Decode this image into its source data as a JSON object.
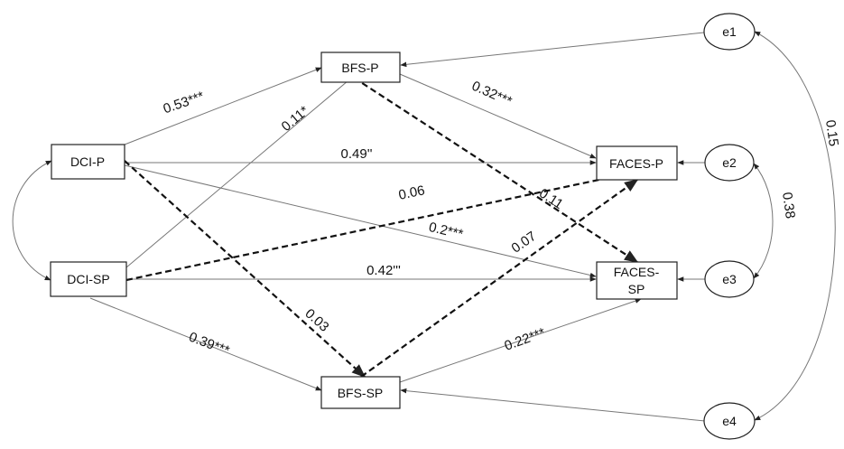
{
  "nodes": {
    "dci_p": "DCI-P",
    "dci_sp": "DCI-SP",
    "bfs_p": "BFS-P",
    "bfs_sp": "BFS-SP",
    "faces_p": "FACES-P",
    "faces_sp_line1": "FACES-",
    "faces_sp_line2": "SP",
    "e1": "e1",
    "e2": "e2",
    "e3": "e3",
    "e4": "e4"
  },
  "paths": [
    {
      "from": "DCI-P",
      "to": "BFS-P",
      "coefficient": "0.53***",
      "style": "solid"
    },
    {
      "from": "DCI-SP",
      "to": "BFS-P",
      "coefficient": "0.11*",
      "style": "solid"
    },
    {
      "from": "DCI-P",
      "to": "FACES-P",
      "coefficient": "0.49''",
      "style": "solid"
    },
    {
      "from": "DCI-P",
      "to": "FACES-SP",
      "coefficient": "0.2***",
      "style": "solid"
    },
    {
      "from": "DCI-SP",
      "to": "FACES-P",
      "coefficient": "0.06",
      "style": "dashed"
    },
    {
      "from": "DCI-SP",
      "to": "FACES-SP",
      "coefficient": "0.42'''",
      "style": "solid"
    },
    {
      "from": "DCI-P",
      "to": "BFS-SP",
      "coefficient": "0.03",
      "style": "dashed"
    },
    {
      "from": "DCI-SP",
      "to": "BFS-SP",
      "coefficient": "0.39***",
      "style": "solid"
    },
    {
      "from": "BFS-P",
      "to": "FACES-SP",
      "coefficient": "0.11",
      "style": "dashed"
    },
    {
      "from": "BFS-SP",
      "to": "FACES-P",
      "coefficient": "0.07",
      "style": "dashed"
    },
    {
      "from": "BFS-P",
      "to": "FACES-P",
      "coefficient": "0.32***",
      "style": "solid"
    },
    {
      "from": "BFS-SP",
      "to": "FACES-SP",
      "coefficient": "0.22***",
      "style": "solid"
    }
  ],
  "covariances": [
    {
      "between": [
        "e2",
        "e3"
      ],
      "value": "0.38"
    },
    {
      "between": [
        "e1",
        "e4"
      ],
      "value": "0.15"
    },
    {
      "between": [
        "DCI-P",
        "DCI-SP"
      ],
      "value": ""
    }
  ]
}
